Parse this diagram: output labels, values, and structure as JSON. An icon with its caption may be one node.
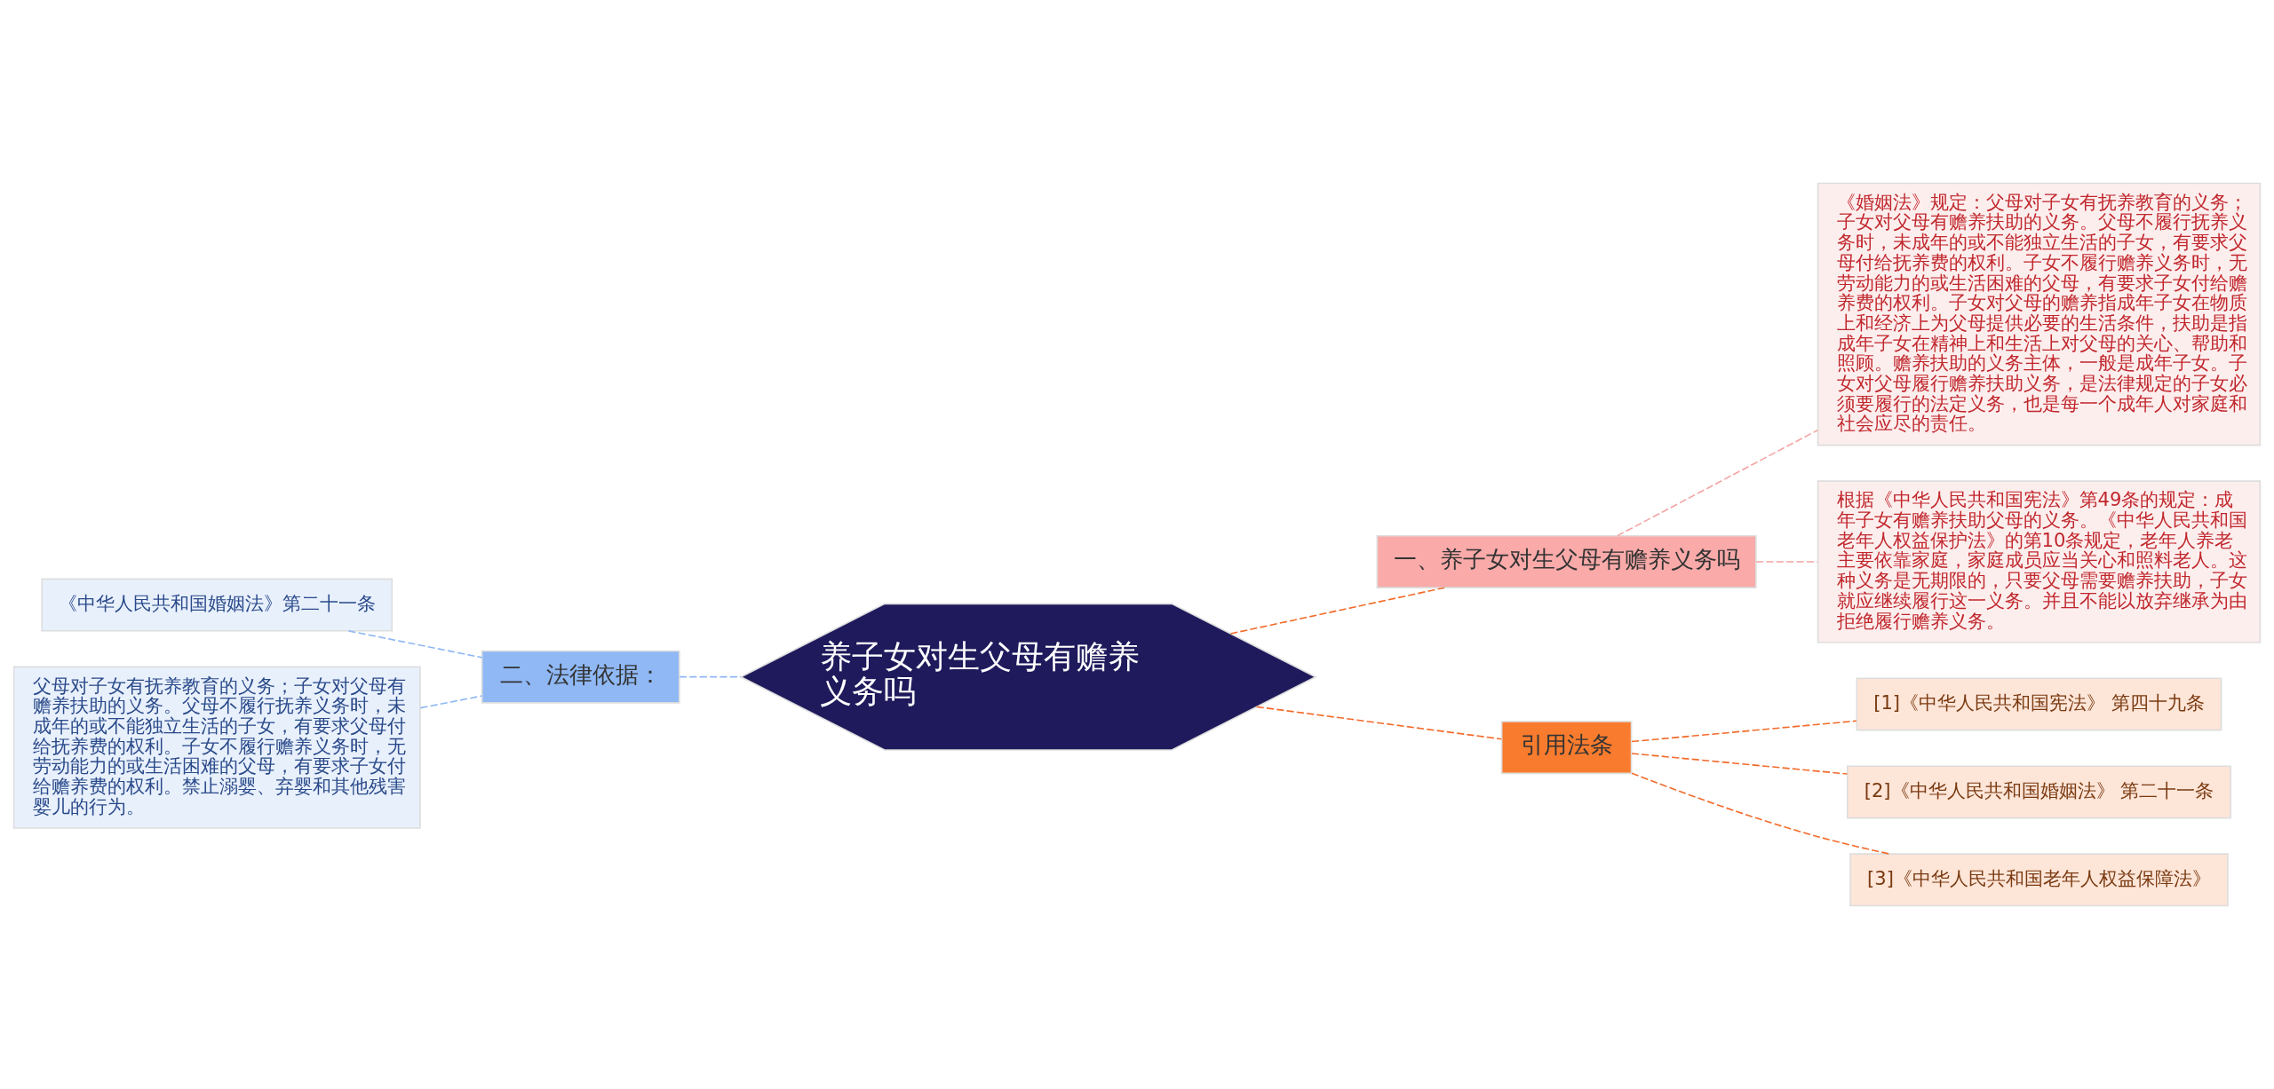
{
  "diagram": {
    "nodes": [
      {
        "text": [
          "养子女对生父母有赡养义务吗"
        ]
      },
      {
        "text": [
          "一、养子女对生父母有赡养义务吗"
        ]
      },
      {
        "text": [
          "《婚姻法》规定：父母对子女有抚养教育的义务；子女对父母有赡养扶助的义务。父母不履行抚养义务时，未成年的或不能独立生活的子女，有要求父母付给抚养费的权利。子女不履行赡养义务时，无劳动能力的或生活困难的父母，有要求子女付给赡养费的权利。子女对父母的赡养指成年子女在物质上和经济上为父母提供必要的生活条件，扶助是指成年子女在精神上和生活上对父母的关心、帮助和照顾。赡养扶助的义务主体，一般是成年子女。子女对父母履行赡养扶助义务，是法律规定的子女必须要履行的法定义务，也是每一个成年人对家庭和社会应尽的责任。"
        ]
      },
      {
        "text": [
          "根据《中华人民共和国宪法》第49条的规定：成年子女有赡养扶助父母的义务。《中华人民共和国老年人权益保护法》的第10条规定，老年人养老主要依靠家庭，家庭成员应当关心和照料老人。这种义务是无期限的，只要父母需要赡养扶助，子女就应继续履行这一义务。并且不能以放弃继承为由拒绝履行赡养义务。"
        ]
      },
      {
        "text": [
          "二、法律依据："
        ]
      },
      {
        "text": [
          "《中华人民共和国婚姻法》第二十一条"
        ]
      },
      {
        "text": [
          "父母对子女有抚养教育的义务；子女对父母有赡养扶助的义务。父母不履行抚养义务时，未成年的或不能独立生活的子女，有要求父母付给抚养费的权利。子女不履行赡养义务时，无劳动能力的或生活困难的父母，有要求子女付给赡养费的权利。禁止溺婴、弃婴和其他残害婴儿的行为。"
        ]
      },
      {
        "text": [
          "引用法条"
        ]
      },
      {
        "text": [
          "[1]《中华人民共和国宪法》 第四十九条"
        ]
      },
      {
        "text": [
          "[2]《中华人民共和国婚姻法》 第二十一条"
        ]
      },
      {
        "text": [
          "[3]《中华人民共和国老年人权益保障法》"
        ]
      }
    ],
    "edges": [
      {
        "from": 0,
        "to": 1,
        "arrow": "none",
        "style": "dashed",
        "color": "#f26b2a"
      },
      {
        "from": 1,
        "to": 2,
        "arrow": "none",
        "style": "dashed",
        "color": "#f4a3a3"
      },
      {
        "from": 1,
        "to": 3,
        "arrow": "none",
        "style": "dashed",
        "color": "#f4a3a3"
      },
      {
        "from": 4,
        "to": 0,
        "arrow": "none",
        "style": "dashed",
        "color": "#8fb8f5"
      },
      {
        "from": 5,
        "to": 4,
        "arrow": "none",
        "style": "dashed",
        "color": "#8fb8f5"
      },
      {
        "from": 6,
        "to": 4,
        "arrow": "none",
        "style": "dashed",
        "color": "#8fb8f5"
      },
      {
        "from": 0,
        "to": 7,
        "arrow": "none",
        "style": "dashed",
        "color": "#f26b2a"
      },
      {
        "from": 7,
        "to": 8,
        "arrow": "none",
        "style": "dashed",
        "color": "#f26b2a"
      },
      {
        "from": 7,
        "to": 9,
        "arrow": "none",
        "style": "dashed",
        "color": "#f26b2a"
      },
      {
        "from": 7,
        "to": 10,
        "arrow": "none",
        "style": "dashed",
        "color": "#f26b2a"
      }
    ]
  }
}
